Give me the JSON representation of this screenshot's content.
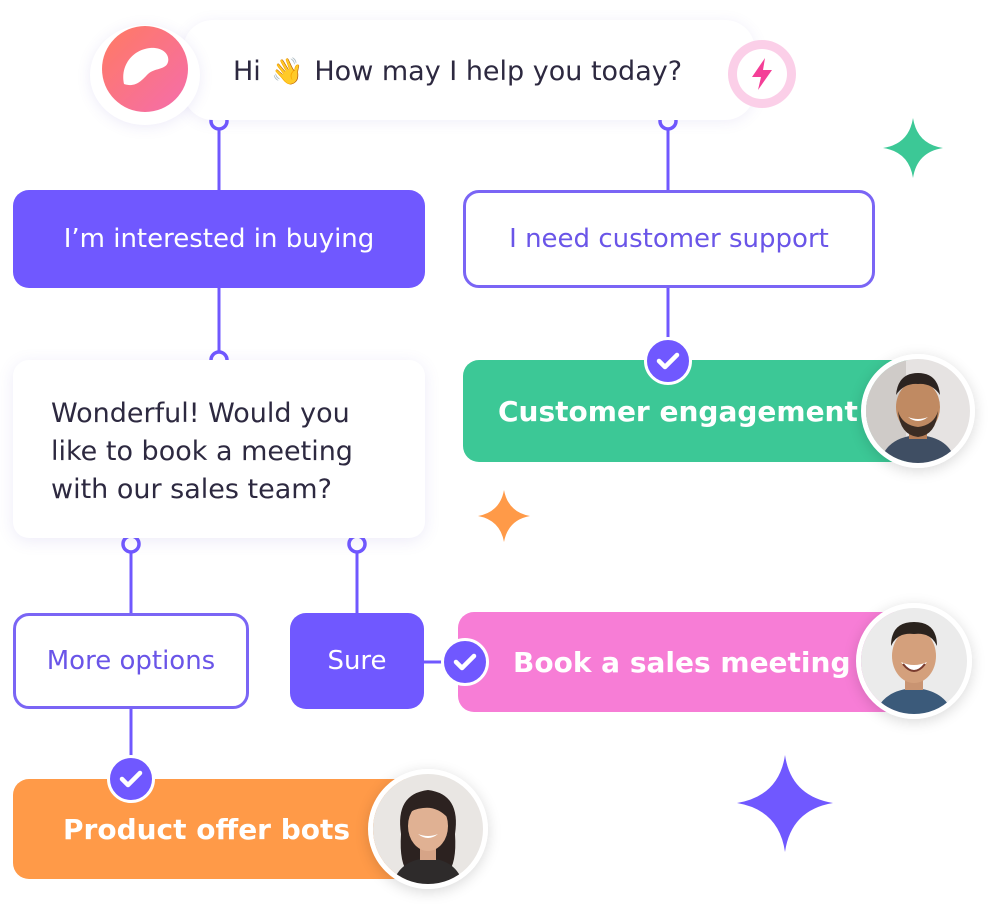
{
  "greeting": {
    "hi": "Hi",
    "wave": "👋",
    "question": "How may I help you today?"
  },
  "options": {
    "buying": "I’m interested in buying",
    "support": "I need customer support"
  },
  "reply": {
    "text": "Wonderful! Would you like to book a meeting with our sales team?"
  },
  "choices": {
    "more": "More options",
    "sure": "Sure"
  },
  "outcomes": {
    "engagement": "Customer engagement",
    "sales_meeting": "Book a sales meeting",
    "product_bots": "Product offer bots"
  },
  "colors": {
    "purple": "#7058ff",
    "green": "#3cc896",
    "pink": "#f77dd6",
    "orange": "#ff9a48"
  },
  "icons": [
    "chat-logo-icon",
    "lightning-bolt-icon",
    "check-icon",
    "sparkle-icon"
  ]
}
